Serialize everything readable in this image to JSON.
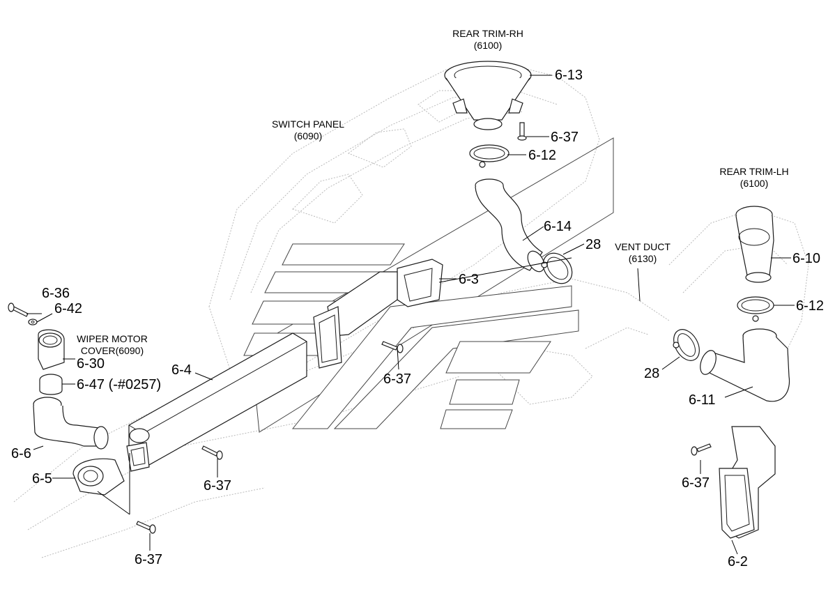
{
  "references": {
    "rear_trim_rh": {
      "name": "REAR TRIM-RH",
      "code": "(6100)"
    },
    "rear_trim_lh": {
      "name": "REAR TRIM-LH",
      "code": "(6100)"
    },
    "switch_panel": {
      "name": "SWITCH PANEL",
      "code": "(6090)"
    },
    "vent_duct": {
      "name": "VENT DUCT",
      "code": "(6130)"
    },
    "wiper_motor": {
      "line1": "WIPER MOTOR",
      "line2": "COVER(6090)"
    }
  },
  "parts": {
    "p6_13": "6-13",
    "p6_37_a": "6-37",
    "p6_12_a": "6-12",
    "p6_14": "6-14",
    "p28_a": "28",
    "p6_3": "6-3",
    "p6_37_b": "6-37",
    "p6_10": "6-10",
    "p6_12_b": "6-12",
    "p28_b": "28",
    "p6_11": "6-11",
    "p6_37_c": "6-37",
    "p6_2": "6-2",
    "p6_36": "6-36",
    "p6_42": "6-42",
    "p6_30": "6-30",
    "p6_47": "6-47 (-#0257)",
    "p6_4": "6-4",
    "p6_6": "6-6",
    "p6_5": "6-5",
    "p6_37_d": "6-37",
    "p6_37_e": "6-37"
  }
}
